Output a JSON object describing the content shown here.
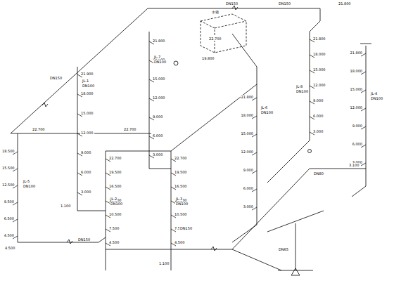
{
  "diagram": {
    "labels": [
      "18.500",
      "15.500",
      "12.500",
      "9.500",
      "6.500",
      "4.500",
      "21.900",
      "18.000",
      "15.000",
      "12.000",
      "9.000",
      "6.000",
      "3.000",
      "21.800",
      "18.000",
      "15.000",
      "12.000",
      "9.000",
      "6.000",
      "3.000",
      "22.700",
      "19.500",
      "16.500",
      "13.500",
      "10.500",
      "7.500",
      "4.500",
      "22.700",
      "19.500",
      "16.500",
      "13.500",
      "10.500",
      "7.500",
      "4.500",
      "21.800",
      "18.000",
      "15.000",
      "12.000",
      "9.000",
      "6.000",
      "3.000",
      "21.800",
      "18.000",
      "15.000",
      "12.000",
      "9.000",
      "6.000",
      "3.000",
      "21.800",
      "18.000",
      "15.000",
      "12.000",
      "9.000",
      "6.000",
      "3.000",
      "21.800",
      "DN150",
      "DN150",
      "DN150",
      "22.700",
      "22.700",
      "JL-5",
      "DN100",
      "JL-1",
      "DN100",
      "JL-7",
      "DN100",
      "JL-2",
      "DN100",
      "JL-3",
      "DN100",
      "JL-6",
      "DN100",
      "JL-8",
      "DN100",
      "JL-4",
      "DN100",
      "4.500",
      "DN150",
      "1.100",
      "1.100",
      "3.100",
      "DN80",
      "DN65",
      "水箱",
      "22.700",
      "19.800",
      "DN150"
    ]
  }
}
